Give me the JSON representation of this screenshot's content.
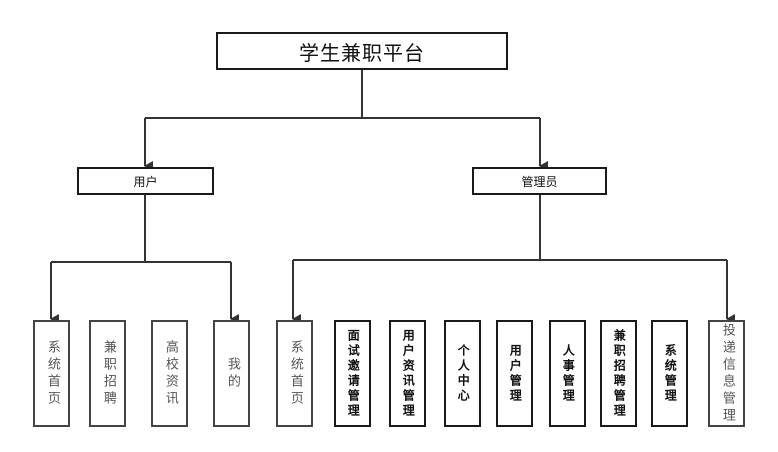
{
  "root": {
    "label": "学生兼职平台"
  },
  "user": {
    "label": "用户",
    "children": [
      "系统首页",
      "兼职招聘",
      "高校资讯",
      "我的"
    ]
  },
  "admin": {
    "label": "管理员",
    "children": [
      "系统首页",
      "面试邀请管理",
      "用户资讯管理",
      "个人中心",
      "用户管理",
      "人事管理",
      "兼职招聘管理",
      "系统管理",
      "投递信息管理"
    ]
  },
  "colors": {
    "line": "#333333",
    "box_border": "#1a1a1a",
    "background": "#ffffff"
  }
}
